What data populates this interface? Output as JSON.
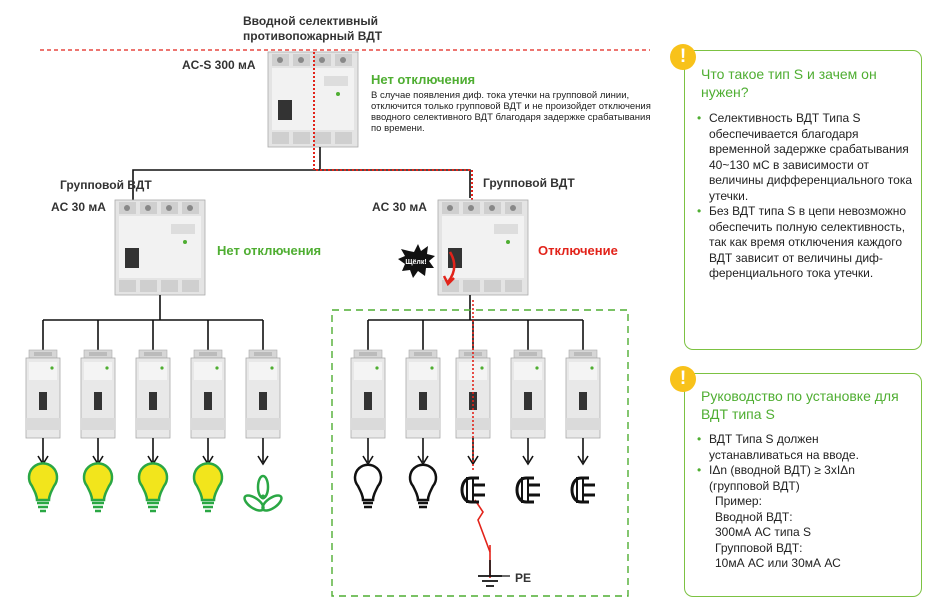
{
  "main_rcd": {
    "title_line1": "Вводной селективный",
    "title_line2": "противопожарный ВДТ",
    "rating": "AC-S 300 мА",
    "status": "Нет отключения",
    "description": "В случае появления диф. тока утечки на групповой линии, отключится только групповой ВДТ и не произойдет отключения вводного селективного ВДТ благодаря задержке срабатывания по времени."
  },
  "left_group": {
    "title": "Групповой ВДТ",
    "rating": "AC 30 мА",
    "status": "Нет отключения"
  },
  "right_group": {
    "title": "Групповой ВДТ",
    "rating": "AC 30 мА",
    "status": "Отключение",
    "click_badge": "Щёлк!"
  },
  "ground_label": "PE",
  "panel_type_s": {
    "title": "Что такое тип S и зачем он нужен?",
    "bullets": [
      "Селективность ВДТ Типа S обеспечивается благодаря временной задержке срабатывания 40~130 мС в зависимости от величины дифференциального тока утечки.",
      "Без ВДТ типа S в цепи невозможно обеспечить полную селективность, так как время отключения каждого ВДТ зависит от величины диф-ференциального тока утечки."
    ]
  },
  "panel_install": {
    "title": "Руководство по установке для ВДТ типа S",
    "bullet1": "ВДТ Типа S должен устанавливаться на вводе.",
    "bullet2_l1": "IΔn (вводной ВДТ) ≥ 3xIΔn",
    "bullet2_l2": "(групповой ВДТ)",
    "example_label": "Пример:",
    "example_line1": "Вводной ВДТ:",
    "example_line2": "300мА АС типа S",
    "example_line3": "Групповой ВДТ:",
    "example_line4": "10мА АС или 30мА АС"
  },
  "colors": {
    "accent_green": "#4fae32",
    "panel_border": "#7cc242",
    "alert_red": "#e2231a",
    "warning_yellow": "#f8c21a",
    "bulb_yellow": "#f2e51c"
  },
  "loads": {
    "left": [
      "lamp-icon",
      "lamp-icon",
      "lamp-icon",
      "lamp-icon",
      "fan-icon"
    ],
    "right": [
      "lamp-outline-icon",
      "lamp-outline-icon",
      "socket-icon",
      "socket-icon",
      "socket-icon"
    ]
  }
}
